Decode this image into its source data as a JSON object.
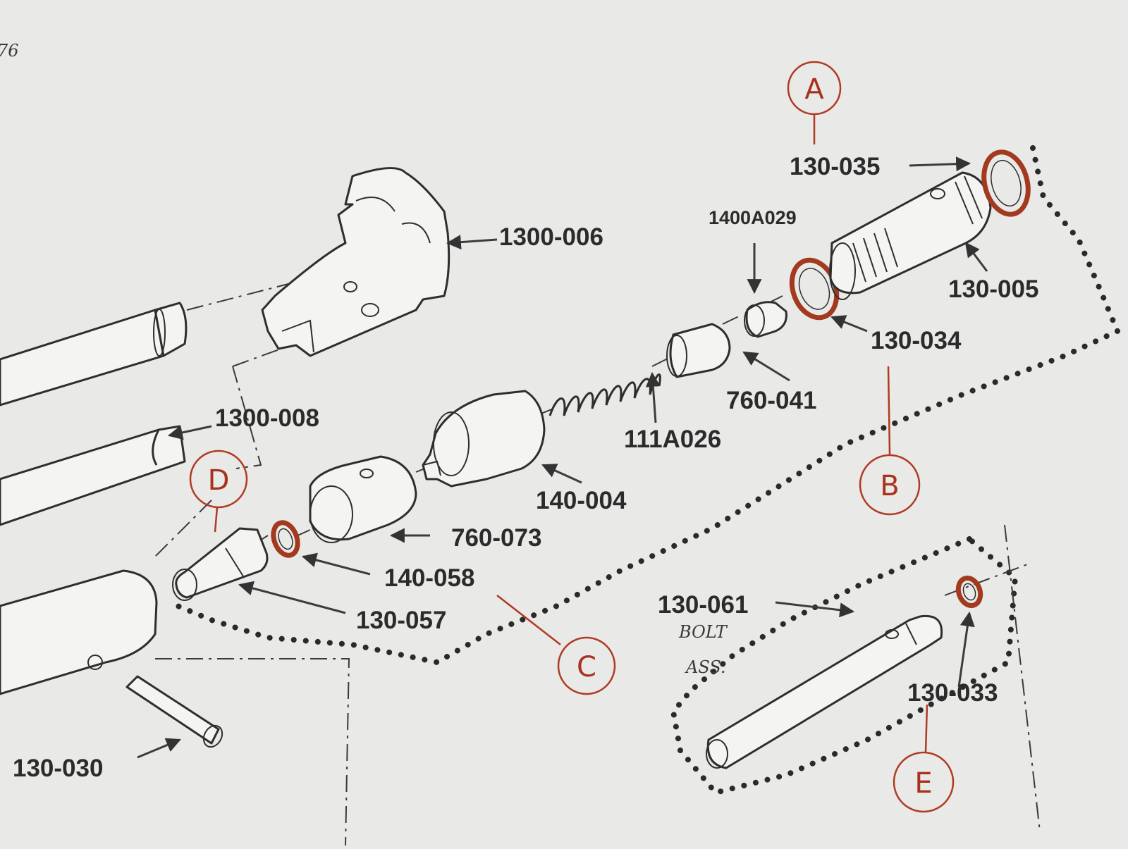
{
  "margin_note": "76",
  "labels": {
    "p130_035": "130-035",
    "p1400A029": "1400A029",
    "p1300_006": "1300-006",
    "p130_005": "130-005",
    "p130_034": "130-034",
    "p760_041": "760-041",
    "p111A026": "111A026",
    "p1300_008": "1300-008",
    "p140_004": "140-004",
    "p760_073": "760-073",
    "p140_058": "140-058",
    "p130_057": "130-057",
    "p130_061": "130-061",
    "p130_033": "130-033",
    "p130_030": "130-030"
  },
  "callouts": {
    "a": "A",
    "b": "B",
    "c": "C",
    "d": "D",
    "e": "E"
  },
  "handwritten": {
    "line1": "BOLT",
    "line2": "ASS."
  },
  "colors": {
    "paper": "#e9e9e7",
    "ink": "#2b2b2b",
    "red_pen": "#b03a22",
    "oring": "#a33a1f"
  }
}
